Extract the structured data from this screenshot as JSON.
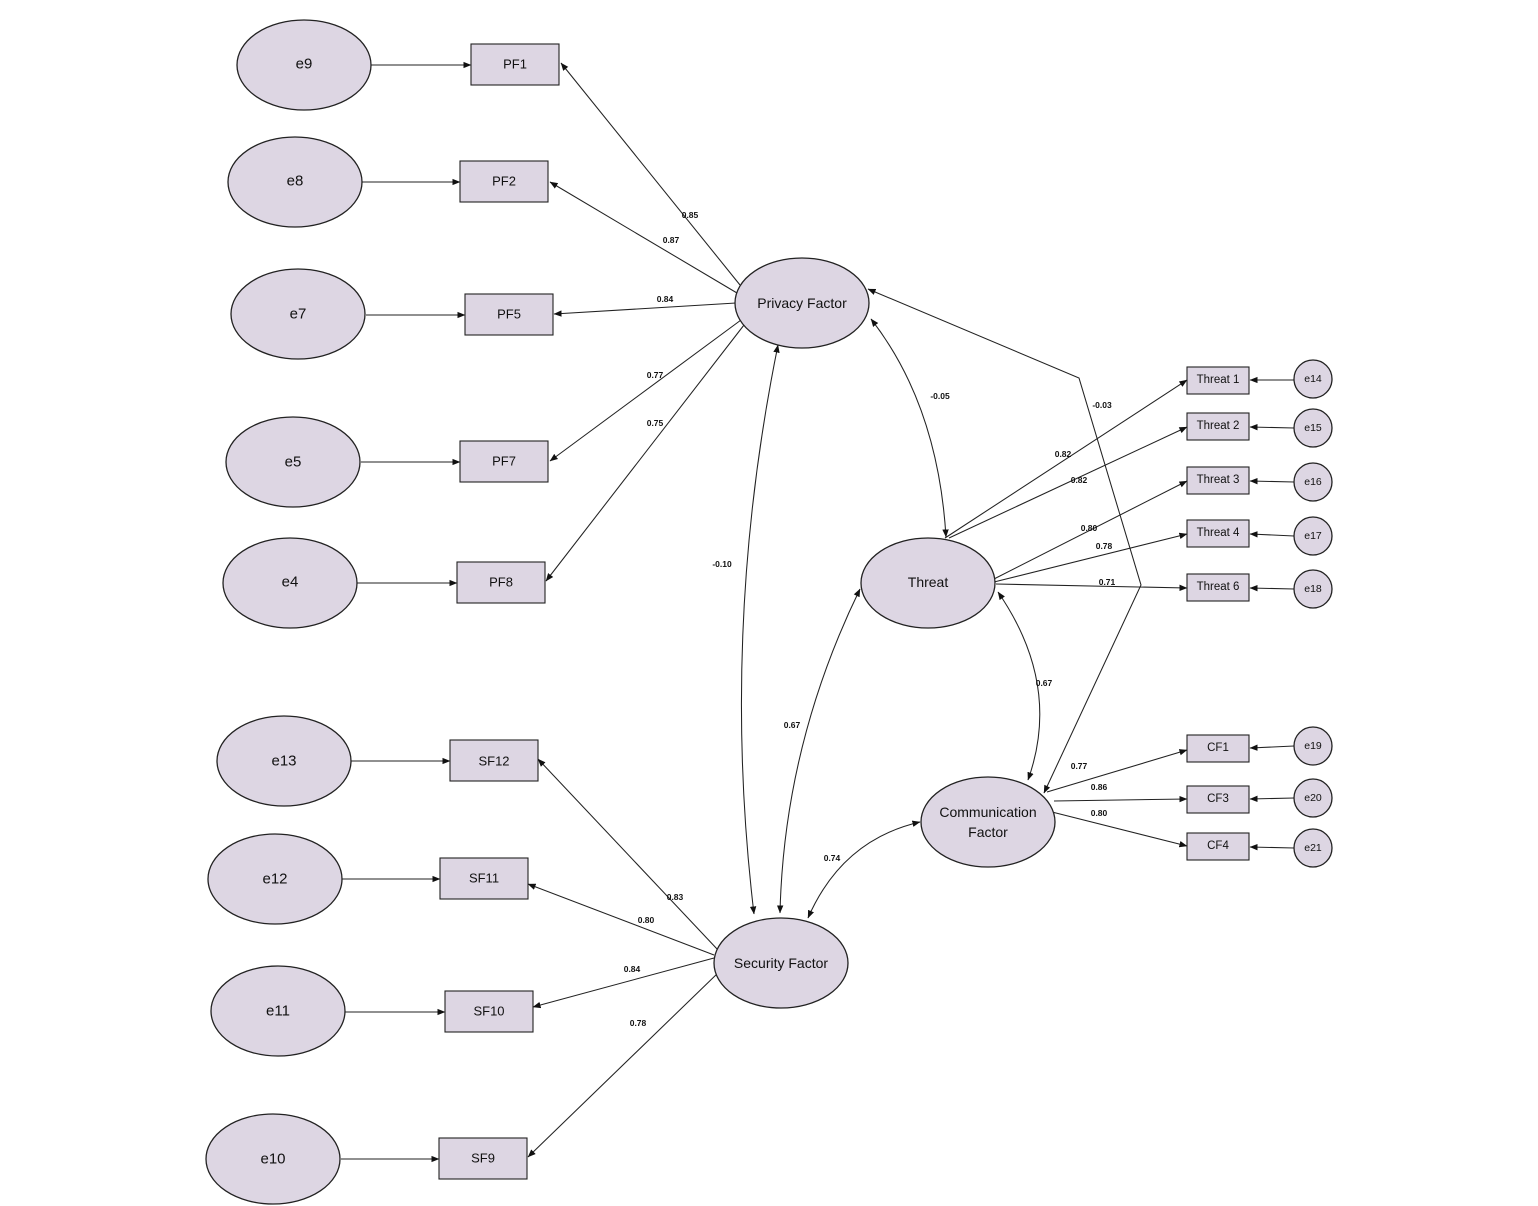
{
  "diagram": {
    "latents": {
      "privacy": "Privacy Factor",
      "threat": "Threat",
      "communication_line1": "Communication",
      "communication_line2": "Factor",
      "security": "Security Factor"
    },
    "indicators": {
      "pf1": "PF1",
      "pf2": "PF2",
      "pf5": "PF5",
      "pf7": "PF7",
      "pf8": "PF8",
      "sf12": "SF12",
      "sf11": "SF11",
      "sf10": "SF10",
      "sf9": "SF9",
      "threat1": "Threat 1",
      "threat2": "Threat 2",
      "threat3": "Threat 3",
      "threat4": "Threat 4",
      "threat6": "Threat 6",
      "cf1": "CF1",
      "cf3": "CF3",
      "cf4": "CF4"
    },
    "errors": {
      "e9": "e9",
      "e8": "e8",
      "e7": "e7",
      "e5": "e5",
      "e4": "e4",
      "e13": "e13",
      "e12": "e12",
      "e11": "e11",
      "e10": "e10",
      "e14": "e14",
      "e15": "e15",
      "e16": "e16",
      "e17": "e17",
      "e18": "e18",
      "e19": "e19",
      "e20": "e20",
      "e21": "e21"
    },
    "loadings": {
      "privacy_pf1": "0.85",
      "privacy_pf2": "0.87",
      "privacy_pf5": "0.84",
      "privacy_pf7": "0.77",
      "privacy_pf8": "0.75",
      "security_sf12": "0.83",
      "security_sf11": "0.80",
      "security_sf10": "0.84",
      "security_sf9": "0.78",
      "threat_t1": "0.82",
      "threat_t2": "0.82",
      "threat_t3": "0.80",
      "threat_t4": "0.78",
      "threat_t6": "0.71",
      "comm_cf1": "0.77",
      "comm_cf3": "0.86",
      "comm_cf4": "0.80"
    },
    "correlations": {
      "privacy_threat": "-0.05",
      "privacy_security": "-0.10",
      "privacy_communication": "-0.03",
      "threat_security": "0.67",
      "threat_communication": "0.67",
      "security_communication": "0.74"
    }
  }
}
